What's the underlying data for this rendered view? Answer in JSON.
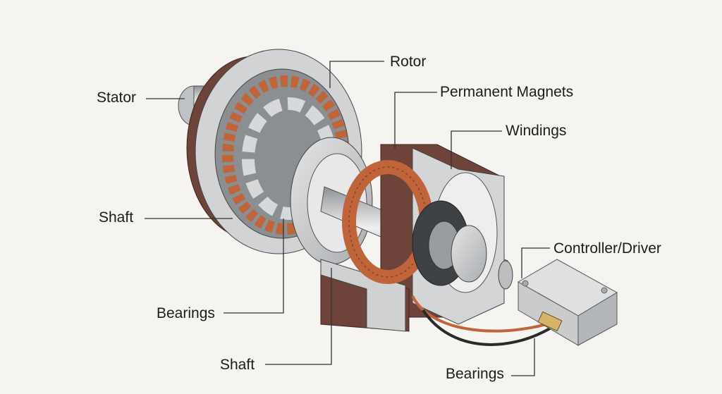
{
  "labels": {
    "rotor": "Rotor",
    "permanent_magnets": "Permanent Magnets",
    "windings": "Windings",
    "stator": "Stator",
    "shaft_left": "Shaft",
    "bearings_left": "Bearings",
    "shaft_bottom": "Shaft",
    "controller": "Controller/Driver",
    "bearings_bottom": "Bearings"
  },
  "colors": {
    "background": "#f5f4f1",
    "housing_brown": "#6e4339",
    "metal": "#c9cbcd",
    "copper": "#c0643a",
    "leader": "#333333"
  }
}
